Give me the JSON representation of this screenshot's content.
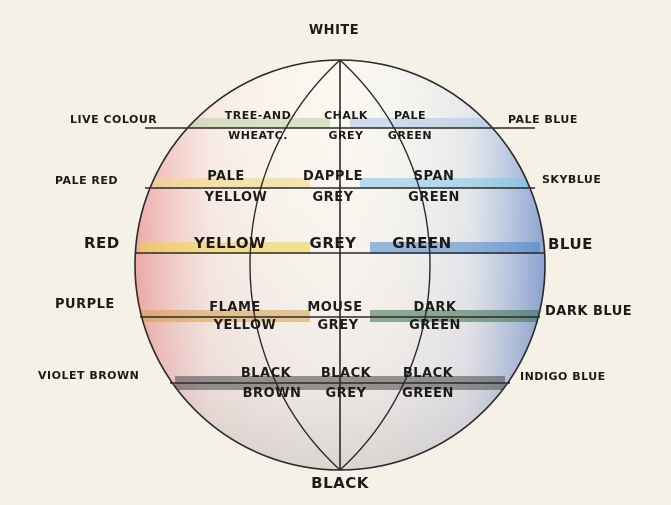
{
  "title_top": "WHITE",
  "title_bottom": "BLACK",
  "left_labels": [
    "LIVE COLOUR",
    "PALE RED",
    "RED",
    "PURPLE",
    "VIOLET BROWN"
  ],
  "right_labels": [
    "PALE BLUE",
    "SKYBLUE",
    "BLUE",
    "DARK BLUE",
    "INDIGO BLUE"
  ],
  "rows": [
    {
      "left": [
        "TREE-AND",
        "WHEATC."
      ],
      "center": [
        "CHALK",
        "GREY"
      ],
      "right": [
        "PALE",
        "GREEN"
      ]
    },
    {
      "left": [
        "PALE",
        "YELLOW"
      ],
      "center": [
        "DAPPLE",
        "GREY"
      ],
      "right": [
        "SPAN",
        "GREEN"
      ]
    },
    {
      "left": [
        "YELLOW"
      ],
      "center": [
        "GREY"
      ],
      "right": [
        "GREEN"
      ]
    },
    {
      "left": [
        "FLAME",
        "YELLOW"
      ],
      "center": [
        "MOUSE",
        "GREY"
      ],
      "right": [
        "DARK",
        "GREEN"
      ]
    },
    {
      "left": [
        "BLACK",
        "BROWN"
      ],
      "center": [
        "BLACK",
        "GREY"
      ],
      "right": [
        "BLACK",
        "GREEN"
      ]
    }
  ],
  "colors": {
    "paper": "#f6f1e7",
    "ink": "#1d1b1a",
    "red": "#d9534f",
    "blue": "#2b5fb8",
    "yellow": "#e6c54a",
    "green": "#3f8f4c",
    "grey": "#7a7a7a",
    "purple": "#7c3b86",
    "brown": "#6b4a2e",
    "indigo": "#2b2b6b"
  }
}
